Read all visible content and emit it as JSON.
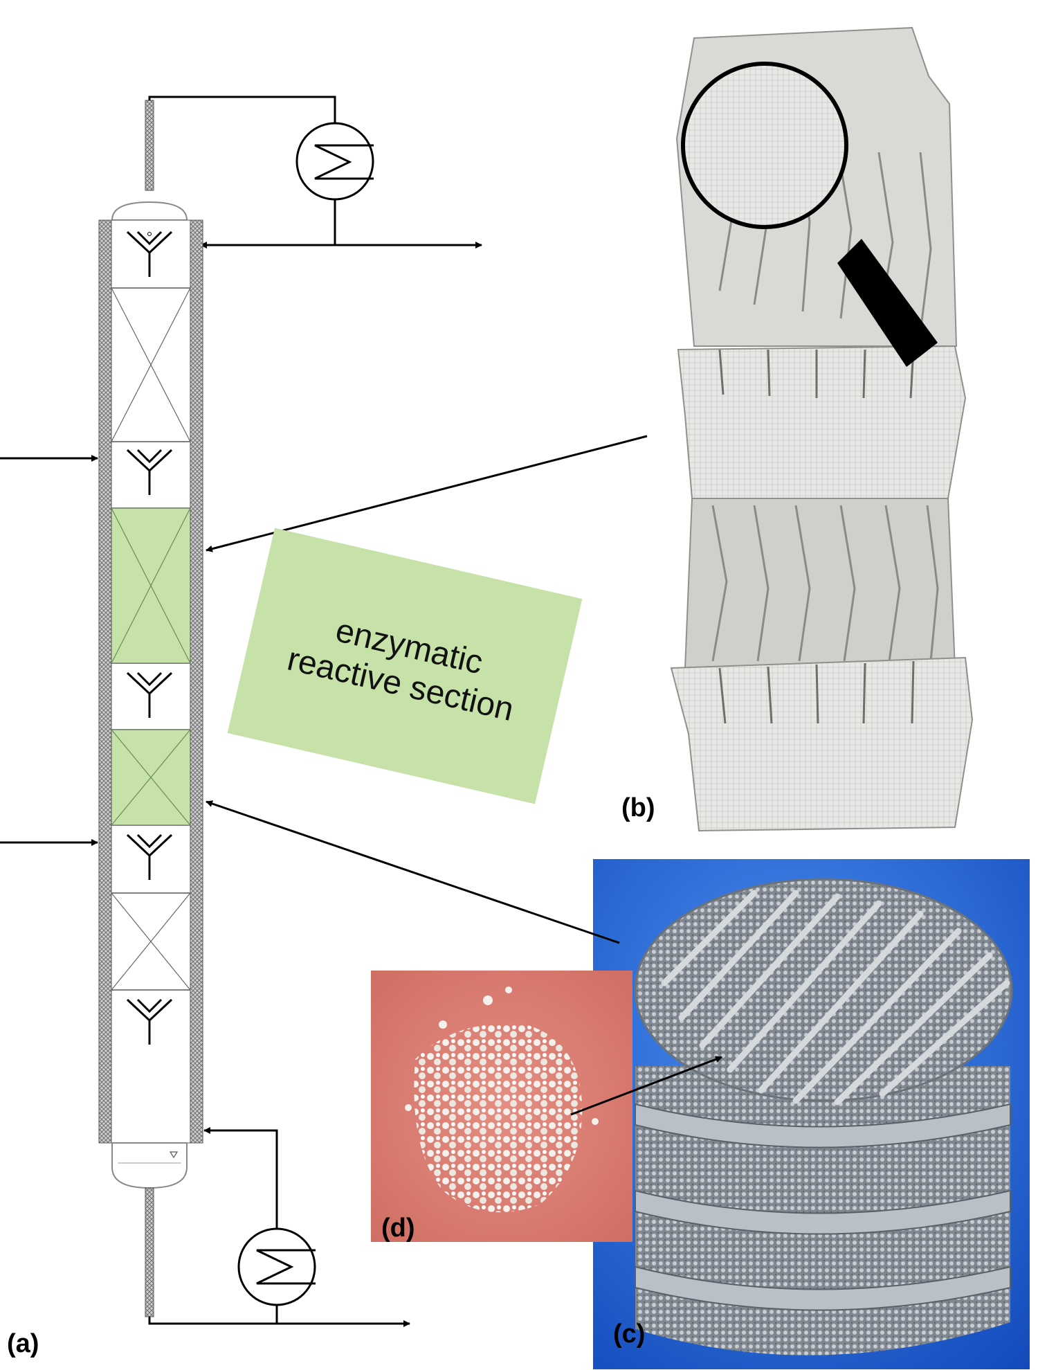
{
  "panels": {
    "a": "(a)",
    "b": "(b)",
    "c": "(c)",
    "d": "(d)"
  },
  "annotation": {
    "line1": "enzymatic",
    "line2": "reactive section",
    "color": "#c6e2a8"
  },
  "colors": {
    "reactive_packing": "#c6e2a8",
    "column_wall": "#9a9a9a",
    "photo_c_background": "#1e63d8",
    "photo_d_background": "#d97a6e",
    "photo_b_background": "#ffffff"
  },
  "icons": [
    "condenser-icon",
    "reboiler-icon",
    "liquid-distributor-icon",
    "magnifier-icon"
  ]
}
